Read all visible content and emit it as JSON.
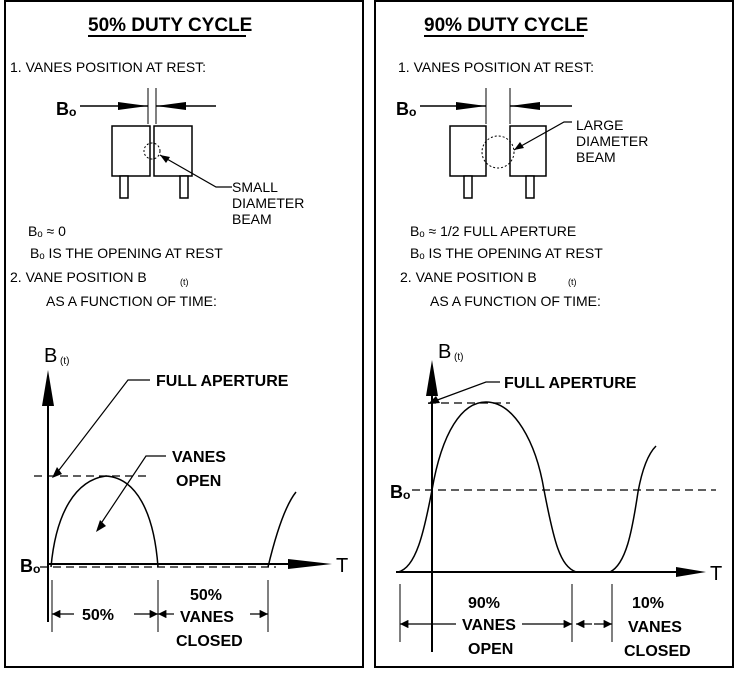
{
  "left": {
    "title": "50% DUTY CYCLE",
    "step1": "1. VANES POSITION AT REST:",
    "bo_marker": "Bₒ",
    "beam_label": [
      "SMALL",
      "DIAMETER",
      "BEAM"
    ],
    "bo_approx": "Bₒ ≈  0",
    "bo_is": "Bₒ IS THE OPENING AT REST",
    "step2": "2. VANE POSITION B",
    "step2_sub": "(t)",
    "step2_b": "AS A FUNCTION OF TIME:",
    "y_axis": "B",
    "y_axis_sub": "(t)",
    "x_axis": "T",
    "full_aperture": "FULL APERTURE",
    "vanes_open": [
      "VANES",
      "OPEN"
    ],
    "bo_axis": "Bₒ",
    "pct_left": "50%",
    "pct_right_top": "50%",
    "pct_right_mid": "VANES",
    "pct_right_bot": "CLOSED"
  },
  "right": {
    "title": "90% DUTY CYCLE",
    "step1": "1. VANES POSITION AT REST:",
    "bo_marker": "Bₒ",
    "beam_label": [
      "LARGE",
      "DIAMETER",
      "BEAM"
    ],
    "bo_approx": "Bₒ ≈ 1/2 FULL APERTURE",
    "bo_is": "Bₒ IS THE OPENING AT REST",
    "step2": "2. VANE POSITION B",
    "step2_sub": "(t)",
    "step2_b": "AS A FUNCTION OF TIME:",
    "y_axis": "B",
    "y_axis_sub": "(t)",
    "x_axis": "T",
    "full_aperture": "FULL APERTURE",
    "bo_axis": "Bₒ",
    "pct_left_top": "90%",
    "pct_left_mid": "VANES",
    "pct_left_bot": "OPEN",
    "pct_right_top": "10%",
    "pct_right_mid": "VANES",
    "pct_right_bot": "CLOSED"
  }
}
